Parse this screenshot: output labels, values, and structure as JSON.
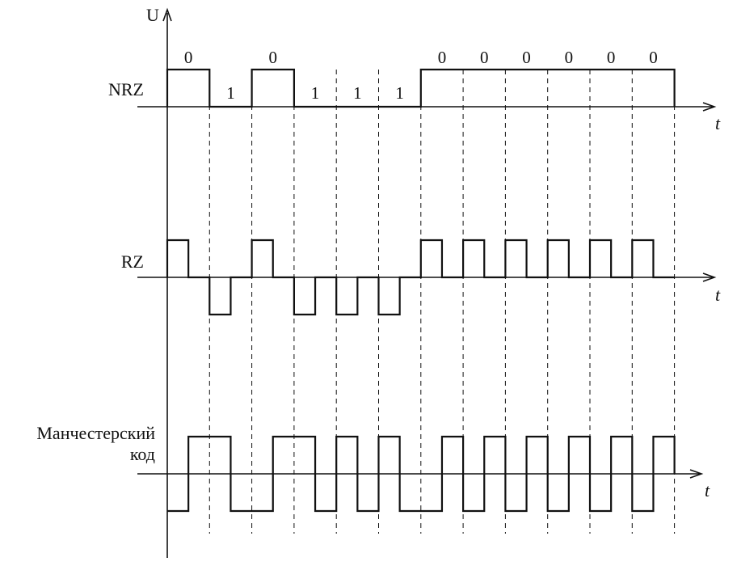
{
  "axis_u_label": "U",
  "axis_t_label": "t",
  "bits": [
    "0",
    "1",
    "0",
    "1",
    "1",
    "1",
    "0",
    "0",
    "0",
    "0",
    "0",
    "0"
  ],
  "signals": [
    {
      "id": "nrz",
      "label_lines": [
        "NRZ"
      ]
    },
    {
      "id": "rz",
      "label_lines": [
        "RZ"
      ]
    },
    {
      "id": "manchester",
      "label_lines": [
        "Манчестерский",
        "код"
      ]
    }
  ],
  "color_line": "#111111"
}
